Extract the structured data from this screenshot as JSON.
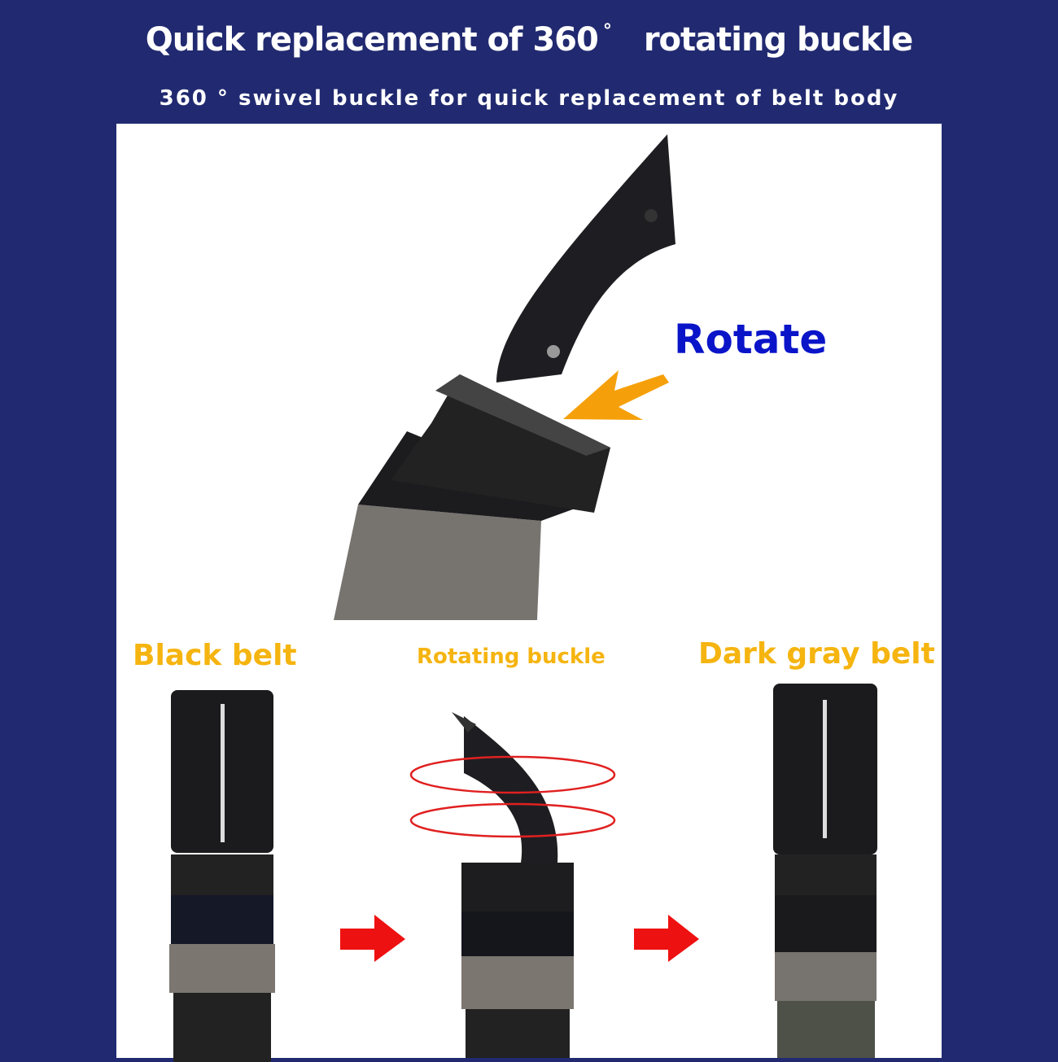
{
  "header": {
    "title_part1": "Quick replacement of 360",
    "title_degree": "°",
    "title_part2": "rotating buckle",
    "subtitle": "360 ° swivel buckle for quick replacement of belt body"
  },
  "hero": {
    "callout": "Rotate",
    "arrow_color": "#f5a00a"
  },
  "steps": [
    {
      "label": "Black belt"
    },
    {
      "label": "Rotating buckle"
    },
    {
      "label": "Dark gray belt"
    }
  ],
  "colors": {
    "background": "#212a70",
    "label": "#f5b40f",
    "rotate_text": "#0a14c8",
    "step_arrow": "#ee1111"
  }
}
